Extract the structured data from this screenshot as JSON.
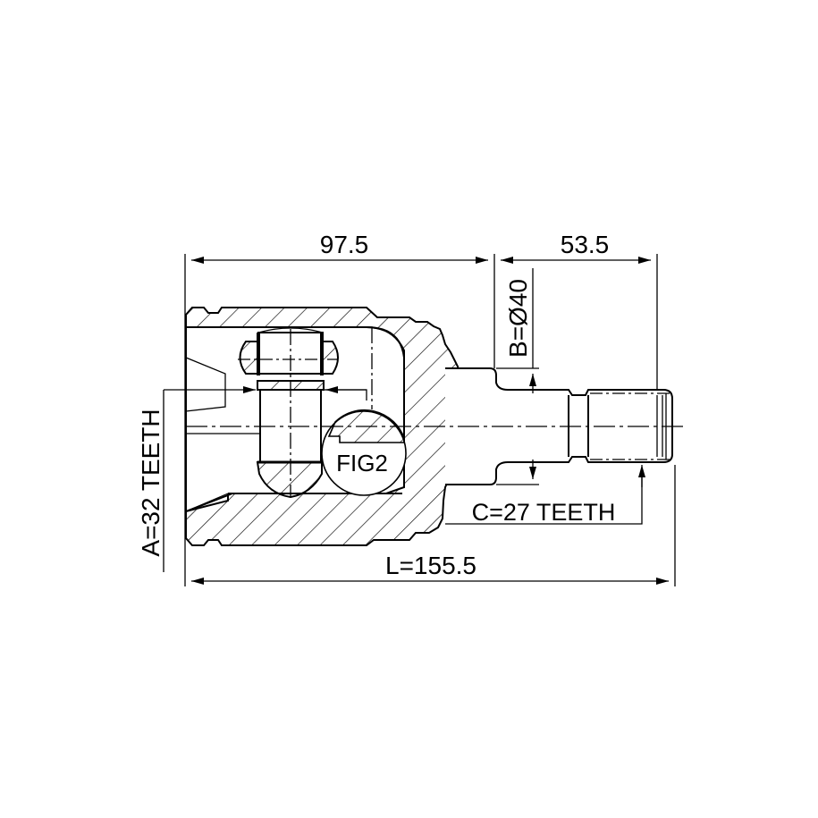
{
  "drawing": {
    "subject": "Inner CV joint",
    "line_color": "#000000",
    "background": "#ffffff"
  },
  "dimensions": {
    "housing_length": "97.5",
    "shaft_length": "53.5",
    "total_length": "L=155.5",
    "spline_a": "A=32 TEETH",
    "diameter_b": "B=Ø40",
    "spline_c": "C=27 TEETH"
  },
  "callouts": {
    "figure_ref": "FIG2"
  }
}
